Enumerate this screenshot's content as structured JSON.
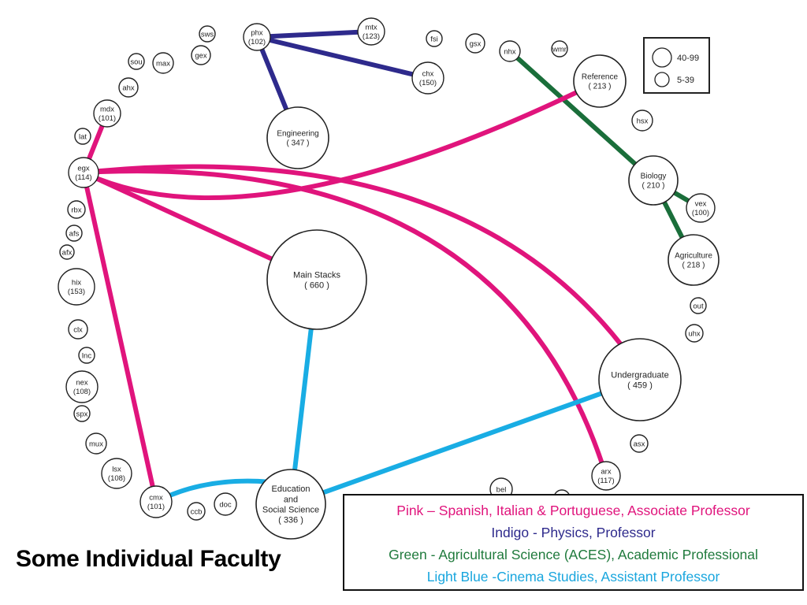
{
  "title": "Some Individual Faculty",
  "nodes": [
    {
      "id": "phx",
      "label": "phx",
      "count": "(102)"
    },
    {
      "id": "mtx",
      "label": "mtx",
      "count": "(123)"
    },
    {
      "id": "chx",
      "label": "chx",
      "count": "(150)"
    },
    {
      "id": "engineering",
      "label": "Engineering",
      "count": "( 347 )"
    },
    {
      "id": "sws",
      "label": "sws"
    },
    {
      "id": "gex",
      "label": "gex"
    },
    {
      "id": "sou",
      "label": "sou"
    },
    {
      "id": "max",
      "label": "max"
    },
    {
      "id": "ahx",
      "label": "ahx"
    },
    {
      "id": "mdx",
      "label": "mdx",
      "count": "(101)"
    },
    {
      "id": "lat",
      "label": "lat"
    },
    {
      "id": "egx",
      "label": "egx",
      "count": "(114)"
    },
    {
      "id": "rbx",
      "label": "rbx"
    },
    {
      "id": "afs",
      "label": "afs"
    },
    {
      "id": "afx",
      "label": "afx"
    },
    {
      "id": "hix",
      "label": "hix",
      "count": "(153)"
    },
    {
      "id": "clx",
      "label": "clx"
    },
    {
      "id": "lnc",
      "label": "lnc"
    },
    {
      "id": "nex",
      "label": "nex",
      "count": "(108)"
    },
    {
      "id": "spx",
      "label": "spx"
    },
    {
      "id": "mux",
      "label": "mux"
    },
    {
      "id": "lsx",
      "label": "lsx",
      "count": "(108)"
    },
    {
      "id": "cmx",
      "label": "cmx",
      "count": "(101)"
    },
    {
      "id": "ccb",
      "label": "ccb"
    },
    {
      "id": "doc",
      "label": "doc"
    },
    {
      "id": "education",
      "label": "Education",
      "label2": "and",
      "label3": "Social Science",
      "count": "( 336 )"
    },
    {
      "id": "mainstacks",
      "label": "Main Stacks",
      "count": "( 660 )"
    },
    {
      "id": "fsi",
      "label": "fsi"
    },
    {
      "id": "gsx",
      "label": "gsx"
    },
    {
      "id": "nhx",
      "label": "nhx"
    },
    {
      "id": "wmr",
      "label": "wmr"
    },
    {
      "id": "reference",
      "label": "Reference",
      "count": "( 213 )"
    },
    {
      "id": "hsx",
      "label": "hsx"
    },
    {
      "id": "biology",
      "label": "Biology",
      "count": "( 210 )"
    },
    {
      "id": "vex",
      "label": "vex",
      "count": "(100)"
    },
    {
      "id": "agriculture",
      "label": "Agriculture",
      "count": "( 218 )"
    },
    {
      "id": "out",
      "label": "out"
    },
    {
      "id": "uhx",
      "label": "uhx"
    },
    {
      "id": "undergraduate",
      "label": "Undergraduate",
      "count": "( 459 )"
    },
    {
      "id": "asx",
      "label": "asx"
    },
    {
      "id": "arx",
      "label": "arx",
      "count": "(117)"
    },
    {
      "id": "bel",
      "label": "bel"
    },
    {
      "id": "partial1",
      "label": ""
    }
  ],
  "edges": [
    {
      "from": "phx",
      "to": "mtx",
      "group": "indigo"
    },
    {
      "from": "phx",
      "to": "chx",
      "group": "indigo"
    },
    {
      "from": "phx",
      "to": "engineering",
      "group": "indigo"
    },
    {
      "from": "nhx",
      "to": "biology",
      "group": "green"
    },
    {
      "from": "biology",
      "to": "vex",
      "group": "green"
    },
    {
      "from": "biology",
      "to": "agriculture",
      "group": "green"
    },
    {
      "from": "egx",
      "to": "mdx",
      "group": "pink"
    },
    {
      "from": "egx",
      "to": "cmx",
      "group": "pink"
    },
    {
      "from": "egx",
      "to": "mainstacks",
      "group": "pink"
    },
    {
      "from": "egx",
      "to": "reference",
      "group": "pink"
    },
    {
      "from": "egx",
      "to": "undergraduate",
      "group": "pink"
    },
    {
      "from": "egx",
      "to": "arx",
      "group": "pink"
    },
    {
      "from": "mainstacks",
      "to": "education",
      "group": "lightblue"
    },
    {
      "from": "cmx",
      "to": "education",
      "group": "lightblue"
    },
    {
      "from": "education",
      "to": "undergraduate",
      "group": "lightblue"
    }
  ],
  "size_legend": {
    "items": [
      {
        "label": "40-99"
      },
      {
        "label": "5-39"
      }
    ]
  },
  "legend": [
    {
      "text": "Pink – Spanish, Italian & Portuguese, Associate Professor",
      "color": "#e0147c"
    },
    {
      "text": "Indigo - Physics, Professor",
      "color": "#2e2a8c"
    },
    {
      "text": "Green - Agricultural Science (ACES), Academic Professional",
      "color": "#1f7a3c"
    },
    {
      "text": "Light Blue -Cinema Studies, Assistant Professor",
      "color": "#19a6de"
    }
  ],
  "colors": {
    "pink": "#e0147c",
    "indigo": "#2e2a8c",
    "green": "#1a6e3a",
    "lightblue": "#19ade4",
    "node_stroke": "#222222"
  }
}
